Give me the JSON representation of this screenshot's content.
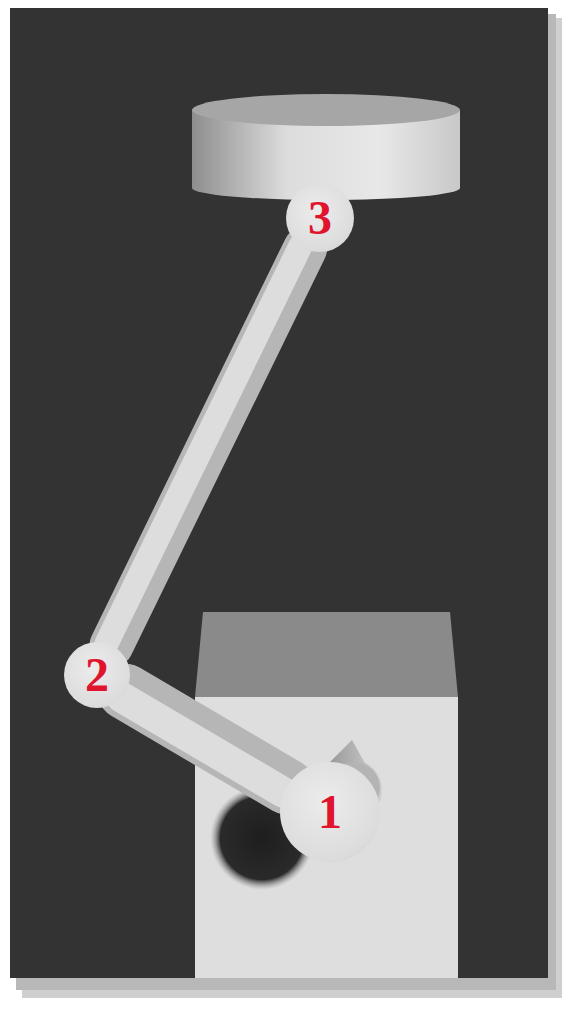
{
  "diagram": {
    "nodes": [
      {
        "text": [
          "3"
        ]
      },
      {
        "text": [
          "2"
        ]
      },
      {
        "text": [
          "1"
        ]
      }
    ],
    "edges": [
      {
        "from": 2,
        "to": 1,
        "arrow": "none"
      },
      {
        "from": 1,
        "to": 0,
        "arrow": "none"
      }
    ]
  }
}
